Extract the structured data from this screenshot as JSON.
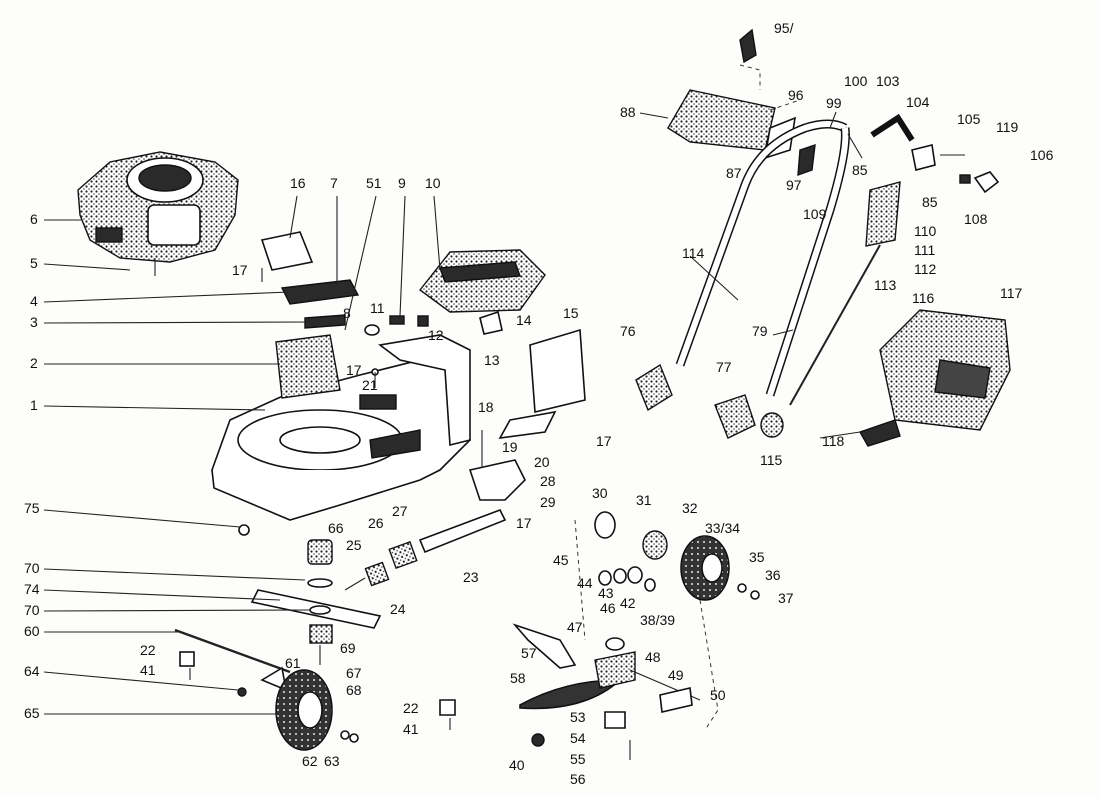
{
  "callouts": [
    {
      "id": "6",
      "text": "6"
    },
    {
      "id": "5",
      "text": "5"
    },
    {
      "id": "4",
      "text": "4"
    },
    {
      "id": "3",
      "text": "3"
    },
    {
      "id": "2",
      "text": "2"
    },
    {
      "id": "1",
      "text": "1"
    },
    {
      "id": "16",
      "text": "16"
    },
    {
      "id": "7",
      "text": "7"
    },
    {
      "id": "51",
      "text": "51"
    },
    {
      "id": "9",
      "text": "9"
    },
    {
      "id": "10",
      "text": "10"
    },
    {
      "id": "17a",
      "text": "17"
    },
    {
      "id": "8",
      "text": "8"
    },
    {
      "id": "11",
      "text": "11"
    },
    {
      "id": "12",
      "text": "12"
    },
    {
      "id": "14",
      "text": "14"
    },
    {
      "id": "15",
      "text": "15"
    },
    {
      "id": "13",
      "text": "13"
    },
    {
      "id": "17b",
      "text": "17"
    },
    {
      "id": "21",
      "text": "21"
    },
    {
      "id": "18",
      "text": "18"
    },
    {
      "id": "17c",
      "text": "17"
    },
    {
      "id": "19",
      "text": "19"
    },
    {
      "id": "20",
      "text": "20"
    },
    {
      "id": "28",
      "text": "28"
    },
    {
      "id": "29",
      "text": "29"
    },
    {
      "id": "17d",
      "text": "17"
    },
    {
      "id": "75",
      "text": "75"
    },
    {
      "id": "66",
      "text": "66"
    },
    {
      "id": "27",
      "text": "27"
    },
    {
      "id": "26",
      "text": "26"
    },
    {
      "id": "25",
      "text": "25"
    },
    {
      "id": "23",
      "text": "23"
    },
    {
      "id": "24",
      "text": "24"
    },
    {
      "id": "70a",
      "text": "70"
    },
    {
      "id": "74",
      "text": "74"
    },
    {
      "id": "70b",
      "text": "70"
    },
    {
      "id": "60",
      "text": "60"
    },
    {
      "id": "22a",
      "text": "22"
    },
    {
      "id": "41a",
      "text": "41"
    },
    {
      "id": "69",
      "text": "69"
    },
    {
      "id": "67",
      "text": "67"
    },
    {
      "id": "68",
      "text": "68"
    },
    {
      "id": "61",
      "text": "61"
    },
    {
      "id": "64",
      "text": "64"
    },
    {
      "id": "65",
      "text": "65"
    },
    {
      "id": "62",
      "text": "62"
    },
    {
      "id": "63",
      "text": "63"
    },
    {
      "id": "22b",
      "text": "22"
    },
    {
      "id": "41b",
      "text": "41"
    },
    {
      "id": "40",
      "text": "40"
    },
    {
      "id": "58",
      "text": "58"
    },
    {
      "id": "57",
      "text": "57"
    },
    {
      "id": "47",
      "text": "47"
    },
    {
      "id": "48",
      "text": "48"
    },
    {
      "id": "49",
      "text": "49"
    },
    {
      "id": "50",
      "text": "50"
    },
    {
      "id": "53",
      "text": "53"
    },
    {
      "id": "54",
      "text": "54"
    },
    {
      "id": "55",
      "text": "55"
    },
    {
      "id": "56",
      "text": "56"
    },
    {
      "id": "30",
      "text": "30"
    },
    {
      "id": "31",
      "text": "31"
    },
    {
      "id": "32",
      "text": "32"
    },
    {
      "id": "3334",
      "text": "33/34"
    },
    {
      "id": "45",
      "text": "45"
    },
    {
      "id": "44",
      "text": "44"
    },
    {
      "id": "43",
      "text": "43"
    },
    {
      "id": "42",
      "text": "42"
    },
    {
      "id": "46",
      "text": "46"
    },
    {
      "id": "3839",
      "text": "38/39"
    },
    {
      "id": "35",
      "text": "35"
    },
    {
      "id": "36",
      "text": "36"
    },
    {
      "id": "37",
      "text": "37"
    },
    {
      "id": "95a",
      "text": "95/"
    },
    {
      "id": "88",
      "text": "88"
    },
    {
      "id": "96",
      "text": "96"
    },
    {
      "id": "99",
      "text": "99"
    },
    {
      "id": "100",
      "text": "100"
    },
    {
      "id": "103",
      "text": "103"
    },
    {
      "id": "104",
      "text": "104"
    },
    {
      "id": "105",
      "text": "105"
    },
    {
      "id": "119",
      "text": "119"
    },
    {
      "id": "106",
      "text": "106"
    },
    {
      "id": "87",
      "text": "87"
    },
    {
      "id": "97",
      "text": "97"
    },
    {
      "id": "85a",
      "text": "85"
    },
    {
      "id": "108",
      "text": "108"
    },
    {
      "id": "109",
      "text": "109"
    },
    {
      "id": "85b",
      "text": "85"
    },
    {
      "id": "110",
      "text": "110"
    },
    {
      "id": "111",
      "text": "111"
    },
    {
      "id": "112",
      "text": "112"
    },
    {
      "id": "114",
      "text": "114"
    },
    {
      "id": "113",
      "text": "113"
    },
    {
      "id": "116",
      "text": "116"
    },
    {
      "id": "117",
      "text": "117"
    },
    {
      "id": "76",
      "text": "76"
    },
    {
      "id": "79",
      "text": "79"
    },
    {
      "id": "77",
      "text": "77"
    },
    {
      "id": "115",
      "text": "115"
    },
    {
      "id": "118",
      "text": "118"
    }
  ]
}
